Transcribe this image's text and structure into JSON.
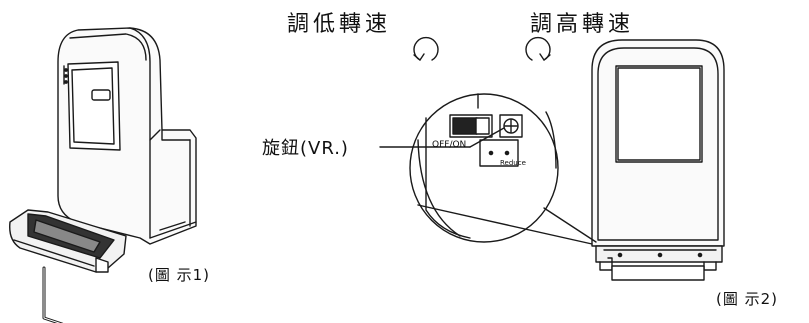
{
  "labels": {
    "decrease_speed": "調低轉速",
    "increase_speed": "調高轉速",
    "knob": "旋鈕(VR.)",
    "switch": "OFF/ON",
    "reduce": "Reduce",
    "figure1": "(圖 示1)",
    "figure2": "(圖 示2)"
  },
  "colors": {
    "line": "#1a1a1a",
    "fill_light": "#f2f2f2",
    "fill_dark": "#222222"
  }
}
